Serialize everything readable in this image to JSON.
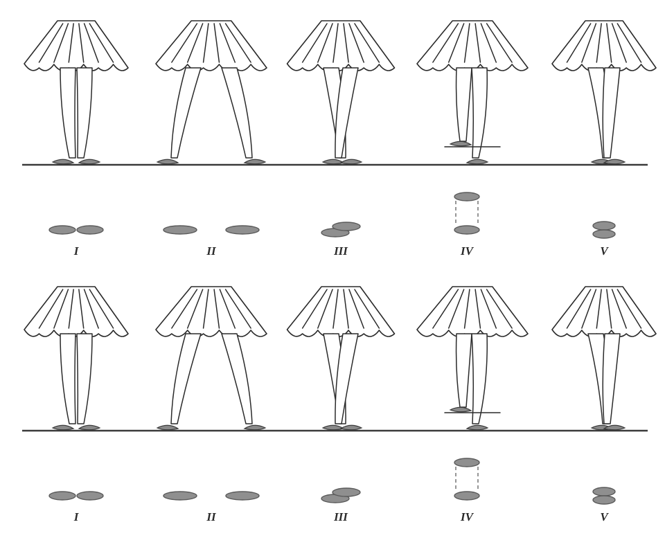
{
  "positions": [
    {
      "id": "first",
      "label": "I"
    },
    {
      "id": "second",
      "label": "II"
    },
    {
      "id": "third",
      "label": "III"
    },
    {
      "id": "fourth",
      "label": "IV"
    },
    {
      "id": "fifth",
      "label": "V"
    }
  ],
  "rows": [
    {
      "id": "row-top"
    },
    {
      "id": "row-bottom"
    }
  ],
  "colors": {
    "ink": "#2a2a2a",
    "footprint": "#8f8f8f",
    "floor": "#3a3a3a"
  }
}
